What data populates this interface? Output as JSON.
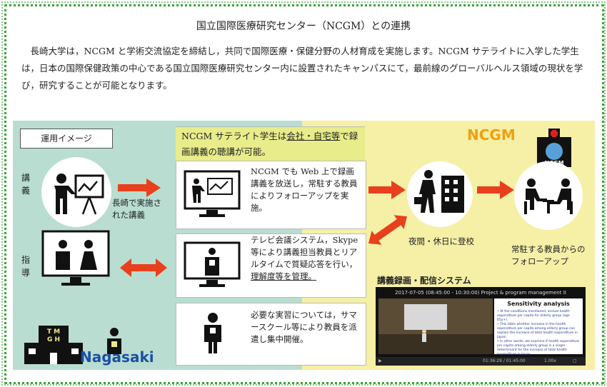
{
  "title": "国立国際医療研究センター（NCGM）との連携",
  "intro": "長崎大学は，NCGM と学術交流協定を締結し，共同で国際医療・保健分野の人材育成を実施します。NCGM サテライトに入学した学生は，日本の国際保健政策の中心である国立国際医療研究センター内に設置されたキャンパスにて，最前線のグローバルヘルス領域の現状を学び，研究することが可能となります。",
  "image_label": "運用イメージ",
  "left": {
    "lecture_label": "講義",
    "guidance_label": "指導",
    "lecture_arrow_caption": "長崎で実施された講義",
    "nagasaki": "Nagasaki"
  },
  "ncgm_head": {
    "part1": "NCGM サテライト学生は",
    "part2": "会社・自宅等",
    "part3": "で録画講義の聴講が可能。"
  },
  "middle": {
    "text1": "NCGM でも Web 上で録画講義を放送し，常駐する教員によりフォローアップを実施。",
    "text2a": "テレビ会議システム，Skype 等により講義担当教員とリアルタイムで質疑応答を行い，",
    "text2b": "理解度等を管理。",
    "text3": "必要な実習については，サマースクール等により教員を派遣し集中開催。"
  },
  "right": {
    "ncgm": "NCGM",
    "logo_text": "NCGM",
    "commute": "夜間・休日に登校",
    "followup": "常駐する教員からのフォローアップ",
    "system_title": "講義録画・配信システム"
  },
  "video": {
    "title": "2017-07-05 (08:45:00 - 10:30:00) Project & program management II",
    "slide_title": "Sensitivity analysis",
    "slide_items": [
      "• At the conditions mentioned, annual health expenditure per capita for elderly group (age 65y+).",
      "• This table whether increase in the health expenditure per capita among elderly group can explain the increase of total health expenditure in Japan.",
      "• In other words, we examine if health expenditure per capita among elderly group is a single determinant for the increase of total health expenditure in Japan."
    ],
    "time": "01:36:29 / 01:45:00",
    "speed": "1.00x"
  },
  "colors": {
    "left_panel": "#b9ddd0",
    "right_panel": "#f5f0a6",
    "arrow": "#e8401c",
    "ncgm": "#f0a010",
    "nagasaki": "#1b4fa3"
  }
}
